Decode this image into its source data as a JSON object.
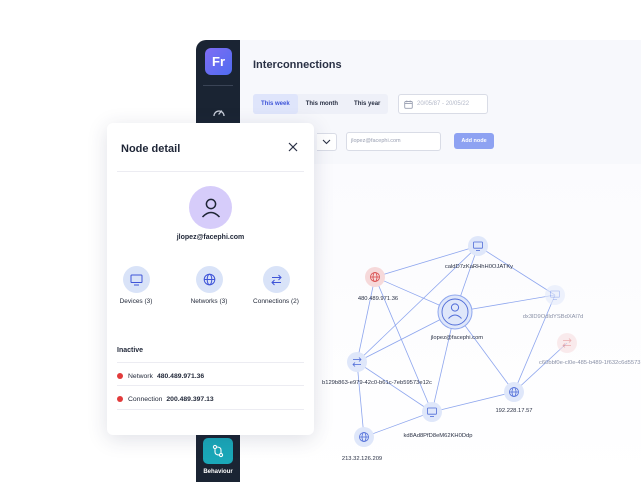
{
  "sidebar": {
    "logo_text": "Fr",
    "behaviour_label": "Behaviour"
  },
  "header": {
    "title": "Interconnections",
    "tabs": [
      "This week",
      "This month",
      "This year"
    ],
    "active_tab": "This week",
    "date_range_placeholder": "20/05/87 - 20/05/22"
  },
  "toolbar": {
    "search_value": "jlopez@facephi.com",
    "add_node_label": "Add node"
  },
  "node_detail": {
    "title": "Node detail",
    "email": "jlopez@facephi.com",
    "stats": [
      {
        "label": "Devices (3)",
        "icon": "monitor-icon"
      },
      {
        "label": "Networks (3)",
        "icon": "globe-icon"
      },
      {
        "label": "Connections (2)",
        "icon": "arrows-exchange-icon"
      }
    ],
    "inactive_heading": "Inactive",
    "inactive_items": [
      {
        "type": "Network",
        "value": "480.489.971.36"
      },
      {
        "type": "Connection",
        "value": "200.489.397.13"
      }
    ]
  },
  "graph": {
    "center_label": "jlopez@facephi.com",
    "nodes": [
      {
        "label": "480.489.971.36",
        "icon": "globe-icon",
        "state": "inactive"
      },
      {
        "label": "caldD7zKaRHhH0OJATKy",
        "icon": "monitor-icon",
        "state": "active"
      },
      {
        "label": "dx3lD9OdldYSBdXAl7d",
        "icon": "monitor-icon",
        "state": "faint"
      },
      {
        "label": "c60bbf0e-cl0e-485-b489-1f632c6d5573",
        "icon": "arrows-exchange-icon",
        "state": "inactive-faint"
      },
      {
        "label": "b129b863-e979-42c0-b61c-7eb59573e12c",
        "icon": "arrows-exchange-icon",
        "state": "active"
      },
      {
        "label": "192.228.17.57",
        "icon": "globe-icon",
        "state": "active"
      },
      {
        "label": "kd8Ad8PfD8eM62KH0Ddp",
        "icon": "monitor-icon",
        "state": "active"
      },
      {
        "label": "213.32.126.209",
        "icon": "globe-icon",
        "state": "active"
      }
    ]
  },
  "colors": {
    "sidebar_bg": "#1a2433",
    "accent": "#3f55d8",
    "inactive_red": "#e23b3b",
    "node_fill": "#dfe7fa",
    "edge": "#8ea6ee"
  }
}
